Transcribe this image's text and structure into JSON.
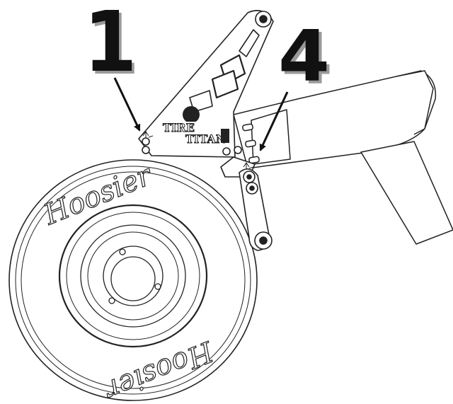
{
  "callouts": {
    "one": "1",
    "four": "4"
  },
  "tire": {
    "brand_top": "Hoosier",
    "brand_bottom": "Hoosier"
  },
  "logo": {
    "line1": "TIRE",
    "line2": "TITAN"
  },
  "colors": {
    "ink": "#111111",
    "shadow": "#9a9a9a",
    "paper": "#ffffff"
  }
}
